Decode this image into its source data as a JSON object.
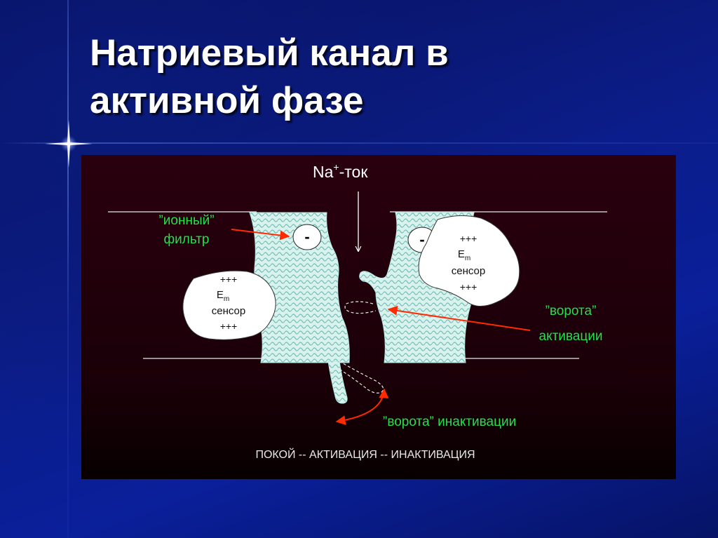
{
  "slide": {
    "title_line1": "Натриевый канал в",
    "title_line2": "активной фазе"
  },
  "diagram": {
    "current_label_main": "Na",
    "current_label_sup": "+",
    "current_label_suffix": "-ток",
    "ion_filter_line1": "”ионный”",
    "ion_filter_line2": "фильтр",
    "left_charge": "-",
    "right_charge": "-",
    "left_sensor": {
      "plus_top": "+++",
      "em_main": "E",
      "em_sub": "m",
      "label": "сенсор",
      "plus_bottom": "+++"
    },
    "right_sensor": {
      "plus_top": "+++",
      "em_main": "E",
      "em_sub": "m",
      "label": "сенсор",
      "plus_bottom": "+++"
    },
    "activation_gate_line1": "”ворота”",
    "activation_gate_line2": "активации",
    "inactivation_gate": "”ворота” инактивации",
    "caption": "ПОКОЙ -- АКТИВАЦИЯ -- ИНАКТИВАЦИЯ",
    "colors": {
      "background_top": "#2a000e",
      "background_bottom": "#080000",
      "protein": "#d9f2ee",
      "protein_pattern": "#6fc3b8",
      "label_green": "#22e04a",
      "arrow_red": "#ff2a00",
      "membrane_line": "#e8e8e8",
      "text_white": "#ffffff",
      "caption_gray": "#e8e8e8"
    }
  }
}
